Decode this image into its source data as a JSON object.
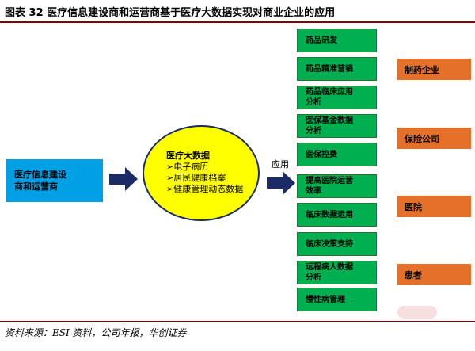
{
  "title": "图表 32  医疗信息建设商和运营商基于医疗大数据实现对商业企业的应用",
  "left_box": {
    "lines": [
      "医疗信息建设",
      "商和运营商"
    ]
  },
  "ellipse": {
    "heading": "医疗大数据",
    "items": [
      "➢电子病历",
      "➢居民健康档案",
      "➢健康管理动态数据"
    ]
  },
  "apply_label": "应用",
  "applications": [
    {
      "lines": [
        "药品研发"
      ]
    },
    {
      "lines": [
        "药品精准营销"
      ]
    },
    {
      "lines": [
        "药品临床应用",
        "分析"
      ]
    },
    {
      "lines": [
        "医保基金数据",
        "分析"
      ]
    },
    {
      "lines": [
        "医保控费"
      ]
    },
    {
      "lines": [
        "提高医院运营",
        "效率"
      ]
    },
    {
      "lines": [
        "临床数据运用"
      ]
    },
    {
      "lines": [
        "临床决策支持"
      ]
    },
    {
      "lines": [
        "远程病人数据",
        "分析"
      ]
    },
    {
      "lines": [
        "慢性病管理"
      ]
    }
  ],
  "beneficiaries": [
    "制药企业",
    "保险公司",
    "医院",
    "患者"
  ],
  "source": "资料来源：ESI 资料，公司年报，华创证券",
  "colors": {
    "blue_box": "#00a0e6",
    "ellipse": "#ffff00",
    "green_box": "#00b050",
    "orange_box": "#e5702a",
    "arrow": "#1b2b66",
    "rule": "#8b0000"
  }
}
